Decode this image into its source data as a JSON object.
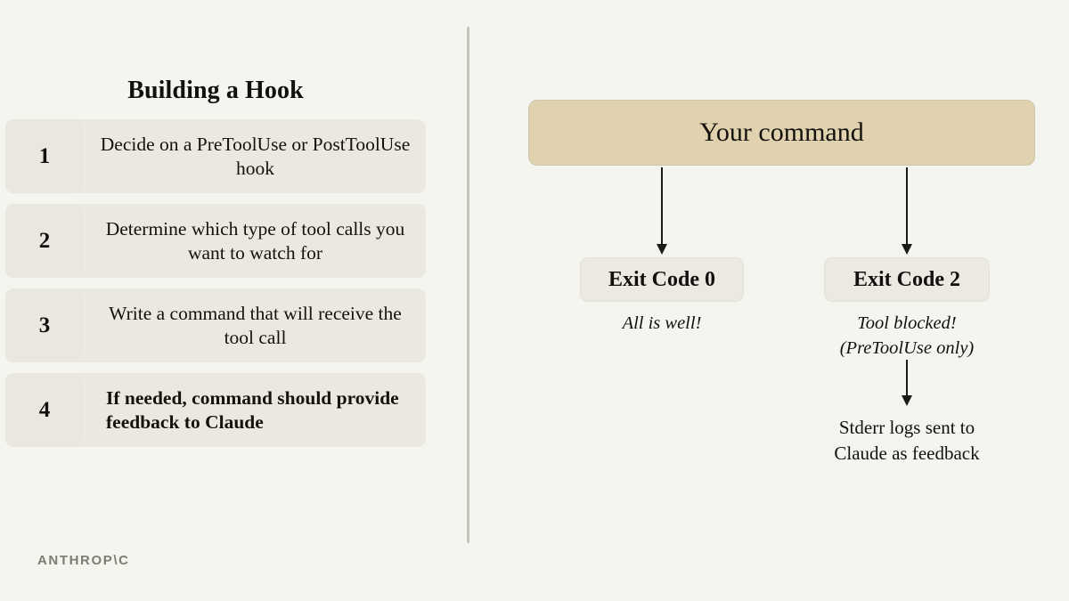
{
  "left": {
    "title": "Building a Hook",
    "steps": [
      {
        "num": "1",
        "text": "Decide on a PreToolUse or PostToolUse hook",
        "emphasis": false
      },
      {
        "num": "2",
        "text": "Determine which type of tool calls you want to watch for",
        "emphasis": false
      },
      {
        "num": "3",
        "text": "Write a command that will receive the tool call",
        "emphasis": false
      },
      {
        "num": "4",
        "text": "If needed, command should provide feedback to Claude",
        "emphasis": true
      }
    ]
  },
  "flow": {
    "command_box": "Your command",
    "exit0": {
      "label": "Exit Code 0",
      "caption": "All is well!"
    },
    "exit2": {
      "label": "Exit Code 2",
      "caption_line1": "Tool blocked!",
      "caption_line2": "(PreToolUse only)",
      "result_line1": "Stderr logs sent to",
      "result_line2": "Claude as feedback"
    }
  },
  "footer": {
    "wordmark": "ANTHROP\\C"
  },
  "colors": {
    "background": "#F4F5EF",
    "card": "#EBE8E2",
    "command_box": "#E0D2AE",
    "divider": "#C4C4BA",
    "text": "#12100C",
    "wordmark": "#7D7D72"
  }
}
